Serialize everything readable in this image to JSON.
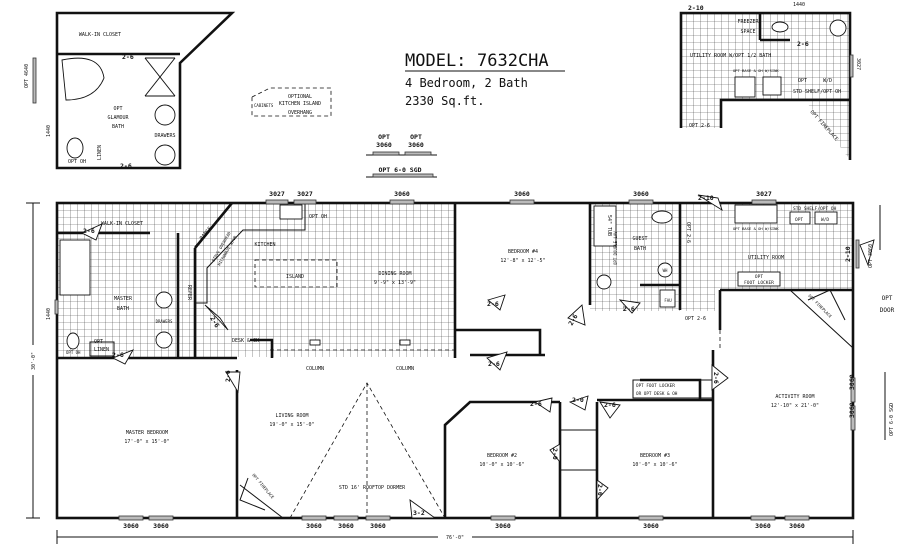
{
  "title": {
    "model_label": "MODEL:",
    "model_number": "7632CHA",
    "bedrooms_baths": "4 Bedroom, 2 Bath",
    "square_feet": "2330 Sq.ft."
  },
  "dimensions": {
    "overall_length": "76'-0\"",
    "overall_width": "30'-0\"",
    "side_window": "1440"
  },
  "glamour_inset": {
    "closet": "WALK-IN CLOSET",
    "line1": "OPT",
    "line2": "GLAMOUR",
    "line3": "BATH",
    "drawers": "DRAWERS",
    "linen": "LINEN",
    "opt_oh": "OPT OH",
    "window": "OPT 4640",
    "side_window": "1440",
    "door1": "2-6",
    "door2": "2-6"
  },
  "island_inset": {
    "line1": "OPTIONAL",
    "line2": "KITCHEN ISLAND",
    "cabinets": "CABINETS",
    "overhang": "OVERHANG"
  },
  "options_top": {
    "opt1": "OPT",
    "w1": "3060",
    "opt2": "OPT",
    "w2": "3060",
    "sgd": "OPT 6-0 SGD"
  },
  "utility_inset": {
    "door": "2-10",
    "window": "1440",
    "freezer1": "FREEZER",
    "freezer2": "SPACE",
    "bath_door": "2-6",
    "title": "UTILITY ROOM W/OPT 1/2 BATH",
    "base": "OPT BASE & OH W/SINK",
    "opt": "OPT",
    "wd": "W/D",
    "shelf": "STD SHELF/OPT OH",
    "side_window": "3027",
    "opt_door": "OPT 2-6",
    "fireplace": "OPT FIREPLACE"
  },
  "rooms": {
    "master_closet": "WALK-IN CLOSET",
    "master_bath": {
      "line1": "MASTER",
      "line2": "BATH"
    },
    "kitchen": "KITCHEN",
    "island": "ISLAND",
    "dining": {
      "name": "DINING ROOM",
      "size": "9'-9\" x 13'-9\""
    },
    "bedroom4": {
      "name": "BEDROOM #4",
      "size": "12'-8\" x 12'-5\""
    },
    "guest_bath": {
      "line1": "GUEST",
      "line2": "BATH"
    },
    "utility": "UTILITY ROOM",
    "activity": {
      "name": "ACTIVITY ROOM",
      "size": "12'-10\" x 21'-0\""
    },
    "master_bedroom": {
      "name": "MASTER BEDROOM",
      "size": "17'-0\" x 15'-0\""
    },
    "living": {
      "name": "LIVING ROOM",
      "size": "19'-0\" x 15'-0\""
    },
    "bedroom2": {
      "name": "BEDROOM #2",
      "size": "10'-0\" x 10'-6\""
    },
    "bedroom3": {
      "name": "BEDROOM #3",
      "size": "10'-0\" x 10'-6\""
    }
  },
  "fixtures": {
    "opt_oh_kitchen": "OPT OH",
    "range": "RANGE",
    "stove1": "STOVE OVERHEAD",
    "stove2": "MICROWAVE W/VB",
    "refer": "REFER",
    "desk": "DESK & OH",
    "column1": "COLUMN",
    "column2": "COLUMN",
    "drawers": "DRAWERS",
    "opt_oh_bath": "OPT OH",
    "linen1": "OPT",
    "linen2": "LINEN",
    "tub": "54\" TUB",
    "double_lav": "OPT DOUBLE LAV",
    "wh": "WH",
    "fau": "FAU",
    "base": "OPT BASE & OH W/SINK",
    "shelf": "STD SHELF/OPT OH",
    "opt": "OPT",
    "wd": "W/D",
    "foot_locker1": "OPT",
    "foot_locker2": "FOOT LOCKER",
    "fireplace_util": "OPT FIREPLACE",
    "fireplace_living": "OPT FIREPLACE",
    "hall_locker1": "OPT FOOT LOCKER",
    "hall_locker2": "OR OPT DESK & OH",
    "dormer": "STD 16' ROOFTOP DORMER",
    "opt_window": "OPT 3060",
    "opt_door": "OPT",
    "opt_door2": "DOOR",
    "opt_sgd": "OPT 6-0 SGD"
  },
  "doors": [
    "2-6",
    "2-6",
    "2-6",
    "2-6",
    "2-6",
    "2-6",
    "2-6",
    "OPT 2-6",
    "OPT 2-6",
    "2-10",
    "2-6",
    "2-0",
    "2-6",
    "2-6",
    "2-0",
    "2-0",
    "3-2",
    "2-6",
    "2-10"
  ],
  "windows_top": [
    "3027",
    "3027",
    "3060",
    "3060",
    "3060",
    "3027"
  ],
  "windows_bottom": [
    "3060",
    "3060",
    "3060",
    "3060",
    "3060",
    "3060",
    "3060",
    "3060",
    "3060"
  ],
  "windows_side": [
    "3060",
    "3060"
  ]
}
